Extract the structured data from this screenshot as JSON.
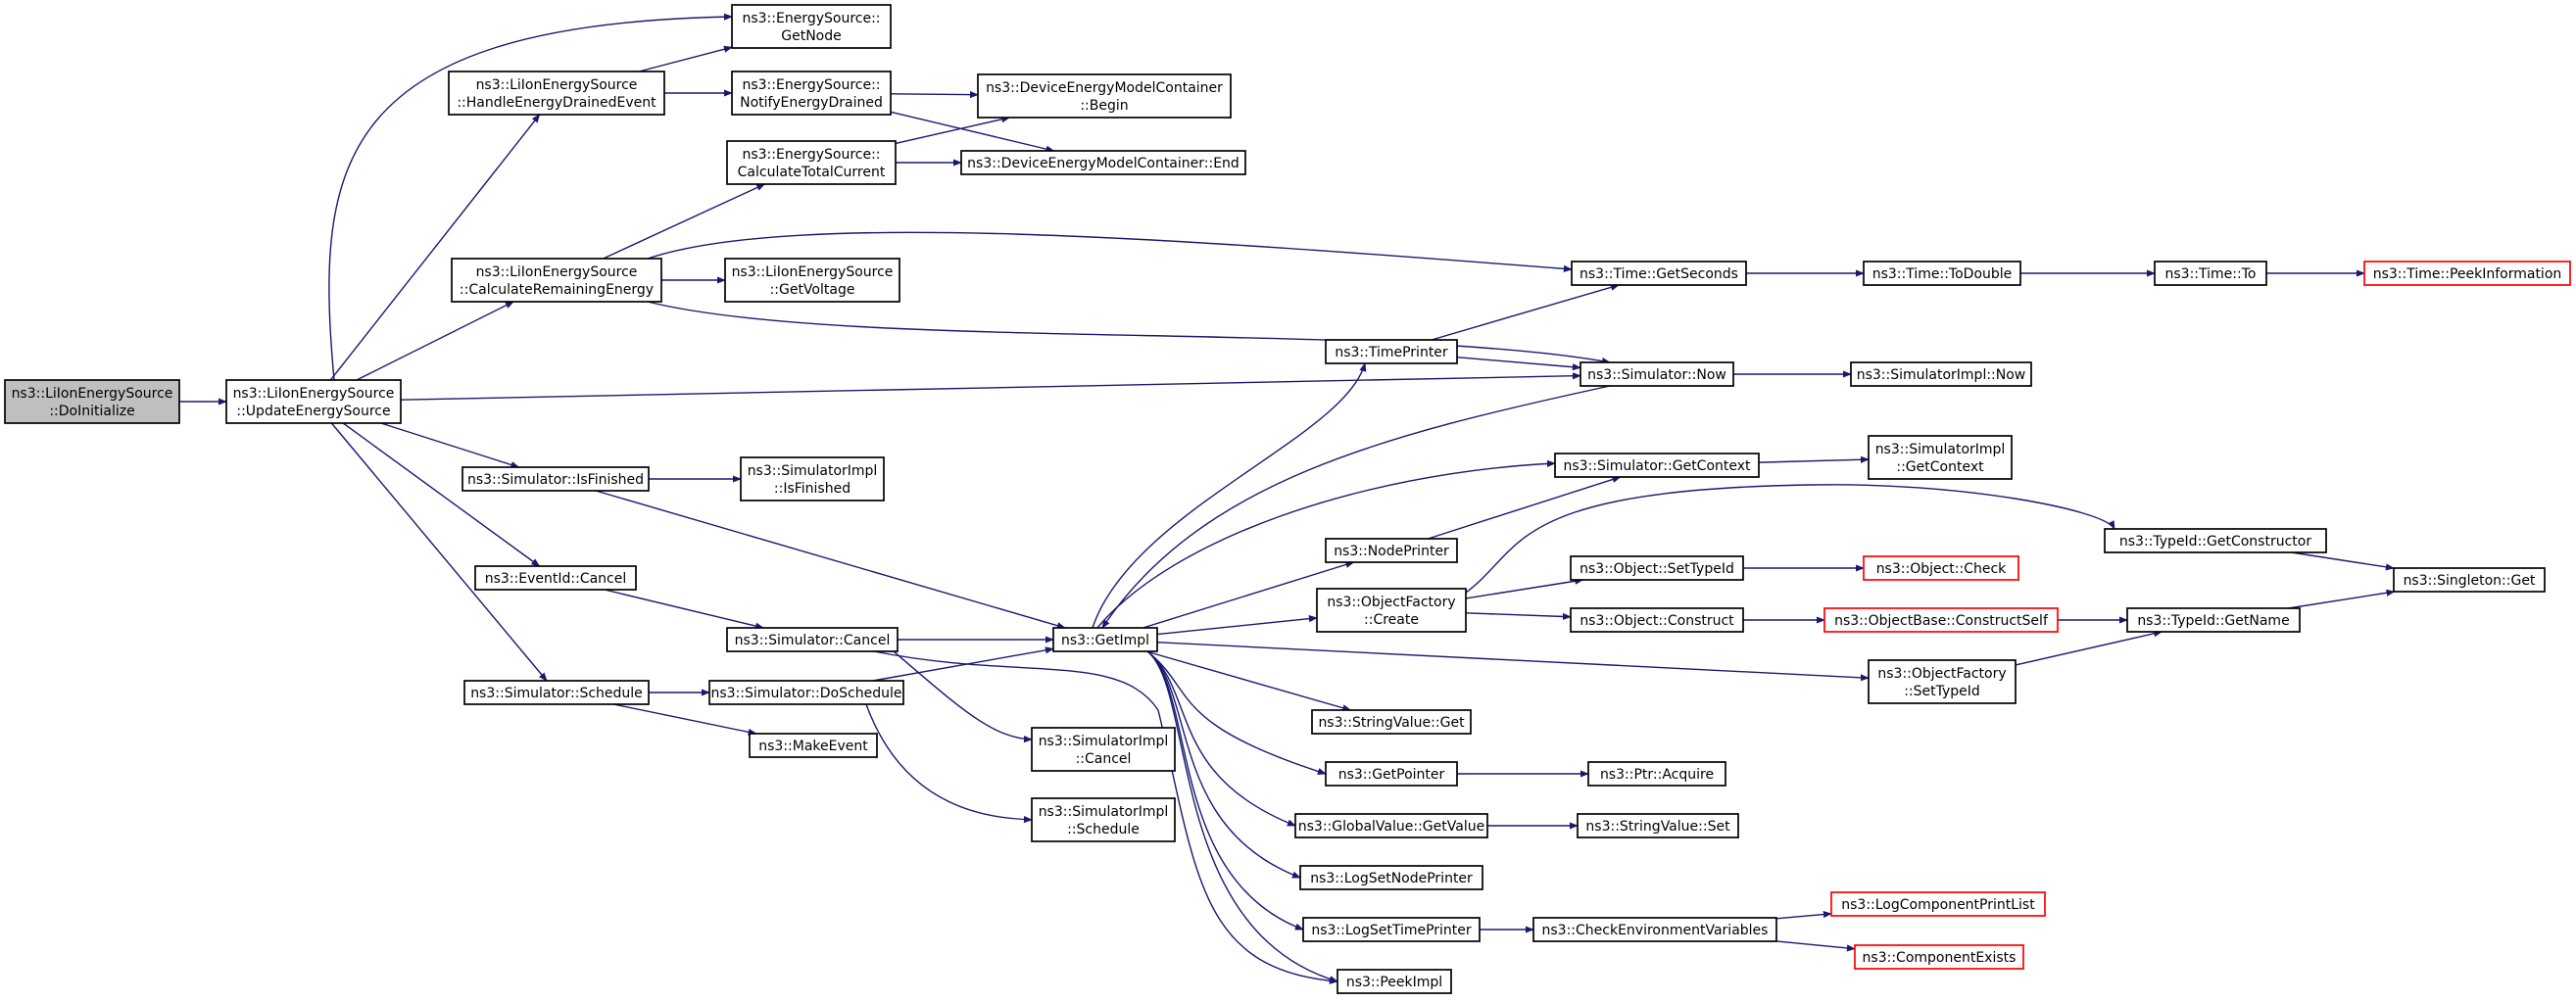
{
  "diagram": {
    "type": "call-graph",
    "colors": {
      "edge": "#191970",
      "node_border": "#000000",
      "truncated_node_border": "#ff0000",
      "root_fill": "#bfbfbf",
      "node_fill": "#ffffff"
    },
    "nodes": {
      "doinitialize": {
        "lines": [
          "ns3::LiIonEnergySource",
          "::DoInitialize"
        ]
      },
      "update": {
        "lines": [
          "ns3::LiIonEnergySource",
          "::UpdateEnergySource"
        ]
      },
      "getnode": {
        "lines": [
          "ns3::EnergySource::",
          "GetNode"
        ]
      },
      "handledrained": {
        "lines": [
          "ns3::LiIonEnergySource",
          "::HandleEnergyDrainedEvent"
        ]
      },
      "notifydrained": {
        "lines": [
          "ns3::EnergySource::",
          "NotifyEnergyDrained"
        ]
      },
      "demc_begin": {
        "lines": [
          "ns3::DeviceEnergyModelContainer",
          "::Begin"
        ]
      },
      "calctotal": {
        "lines": [
          "ns3::EnergySource::",
          "CalculateTotalCurrent"
        ]
      },
      "demc_end": {
        "lines": [
          "ns3::DeviceEnergyModelContainer::End"
        ]
      },
      "calcremaining": {
        "lines": [
          "ns3::LiIonEnergySource",
          "::CalculateRemainingEnergy"
        ]
      },
      "getvoltage": {
        "lines": [
          "ns3::LiIonEnergySource",
          "::GetVoltage"
        ]
      },
      "getseconds": {
        "lines": [
          "ns3::Time::GetSeconds"
        ]
      },
      "todouble": {
        "lines": [
          "ns3::Time::ToDouble"
        ]
      },
      "time_to": {
        "lines": [
          "ns3::Time::To"
        ]
      },
      "peekinfo": {
        "lines": [
          "ns3::Time::PeekInformation"
        ]
      },
      "timeprinter": {
        "lines": [
          "ns3::TimePrinter"
        ]
      },
      "sim_now": {
        "lines": [
          "ns3::Simulator::Now"
        ]
      },
      "simimpl_now": {
        "lines": [
          "ns3::SimulatorImpl::Now"
        ]
      },
      "isfinished": {
        "lines": [
          "ns3::Simulator::IsFinished"
        ]
      },
      "simimpl_isfinished": {
        "lines": [
          "ns3::SimulatorImpl",
          "::IsFinished"
        ]
      },
      "getcontext": {
        "lines": [
          "ns3::Simulator::GetContext"
        ]
      },
      "simimpl_getcontext": {
        "lines": [
          "ns3::SimulatorImpl",
          "::GetContext"
        ]
      },
      "nodeprinter": {
        "lines": [
          "ns3::NodePrinter"
        ]
      },
      "getconstructor": {
        "lines": [
          "ns3::TypeId::GetConstructor"
        ]
      },
      "eventid_cancel": {
        "lines": [
          "ns3::EventId::Cancel"
        ]
      },
      "objfactory_create": {
        "lines": [
          "ns3::ObjectFactory",
          "::Create"
        ]
      },
      "settypeid": {
        "lines": [
          "ns3::Object::SetTypeId"
        ]
      },
      "obj_check": {
        "lines": [
          "ns3::Object::Check"
        ]
      },
      "singleton_get": {
        "lines": [
          "ns3::Singleton::Get"
        ]
      },
      "sim_cancel": {
        "lines": [
          "ns3::Simulator::Cancel"
        ]
      },
      "getimpl": {
        "lines": [
          "ns3::GetImpl"
        ]
      },
      "obj_construct": {
        "lines": [
          "ns3::Object::Construct"
        ]
      },
      "constructself": {
        "lines": [
          "ns3::ObjectBase::ConstructSelf"
        ]
      },
      "typeid_getname": {
        "lines": [
          "ns3::TypeId::GetName"
        ]
      },
      "sim_schedule": {
        "lines": [
          "ns3::Simulator::Schedule"
        ]
      },
      "doschedule": {
        "lines": [
          "ns3::Simulator::DoSchedule"
        ]
      },
      "objfactory_settypeid": {
        "lines": [
          "ns3::ObjectFactory",
          "::SetTypeId"
        ]
      },
      "makeevent": {
        "lines": [
          "ns3::MakeEvent"
        ]
      },
      "stringvalue_get": {
        "lines": [
          "ns3::StringValue::Get"
        ]
      },
      "simimpl_cancel": {
        "lines": [
          "ns3::SimulatorImpl",
          "::Cancel"
        ]
      },
      "getpointer": {
        "lines": [
          "ns3::GetPointer"
        ]
      },
      "ptr_acquire": {
        "lines": [
          "ns3::Ptr::Acquire"
        ]
      },
      "simimpl_schedule": {
        "lines": [
          "ns3::SimulatorImpl",
          "::Schedule"
        ]
      },
      "globalvalue_getvalue": {
        "lines": [
          "ns3::GlobalValue::GetValue"
        ]
      },
      "stringvalue_set": {
        "lines": [
          "ns3::StringValue::Set"
        ]
      },
      "logsetnodeprinter": {
        "lines": [
          "ns3::LogSetNodePrinter"
        ]
      },
      "logsettimeprinter": {
        "lines": [
          "ns3::LogSetTimePrinter"
        ]
      },
      "checkenv": {
        "lines": [
          "ns3::CheckEnvironmentVariables"
        ]
      },
      "logcomponentprintlist": {
        "lines": [
          "ns3::LogComponentPrintList"
        ]
      },
      "componentexists": {
        "lines": [
          "ns3::ComponentExists"
        ]
      },
      "peekimpl": {
        "lines": [
          "ns3::PeekImpl"
        ]
      }
    }
  }
}
